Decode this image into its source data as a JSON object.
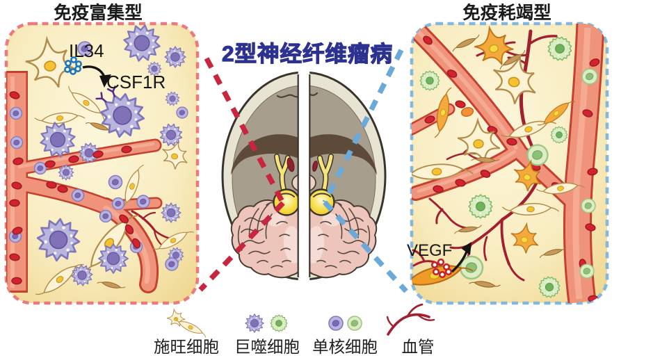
{
  "header": {
    "center_title": "2型神经纤维瘤病"
  },
  "panels": {
    "left": {
      "title": "免疫富集型",
      "labels": {
        "il34": "IL34",
        "csf1r": "CSF1R"
      }
    },
    "right": {
      "title": "免疫耗竭型",
      "labels": {
        "vegf": "VEGF"
      }
    }
  },
  "legend": {
    "items": [
      {
        "icon": "schwann-cell-icon",
        "label": "施旺细胞"
      },
      {
        "icon": "macrophage-icon",
        "label": "巨噬细胞"
      },
      {
        "icon": "monocyte-icon",
        "label": "单核细胞"
      },
      {
        "icon": "blood-vessel-icon",
        "label": "血管"
      }
    ]
  },
  "colors": {
    "panel_bg": "#f8ecc0",
    "left_border": "#ea7a80",
    "right_border": "#82b7e0",
    "center_title": "#2d3190",
    "vessel": "#ef937b",
    "vessel_outline": "#c4402f",
    "microvessel": "#a21f30",
    "macrophage_purple": "#bab5dc",
    "macrophage_green": "#d9ecc2",
    "monocyte_purple": "#b9b3de",
    "monocyte_green": "#dcedc4",
    "schwann_cream": "#fbf3d3",
    "schwann_orange": "#f3a93c",
    "rbc": "#d4232e",
    "il34_dots": "#1d76bc",
    "vegf_dots": "#c2222a",
    "receptor_purple": "#5b2a86",
    "skull_bone": "#e8e4d3",
    "skull_inner": "#a79e8d",
    "brain_pink": "#eec5bb",
    "tumor_yellow": "#f6db43"
  }
}
